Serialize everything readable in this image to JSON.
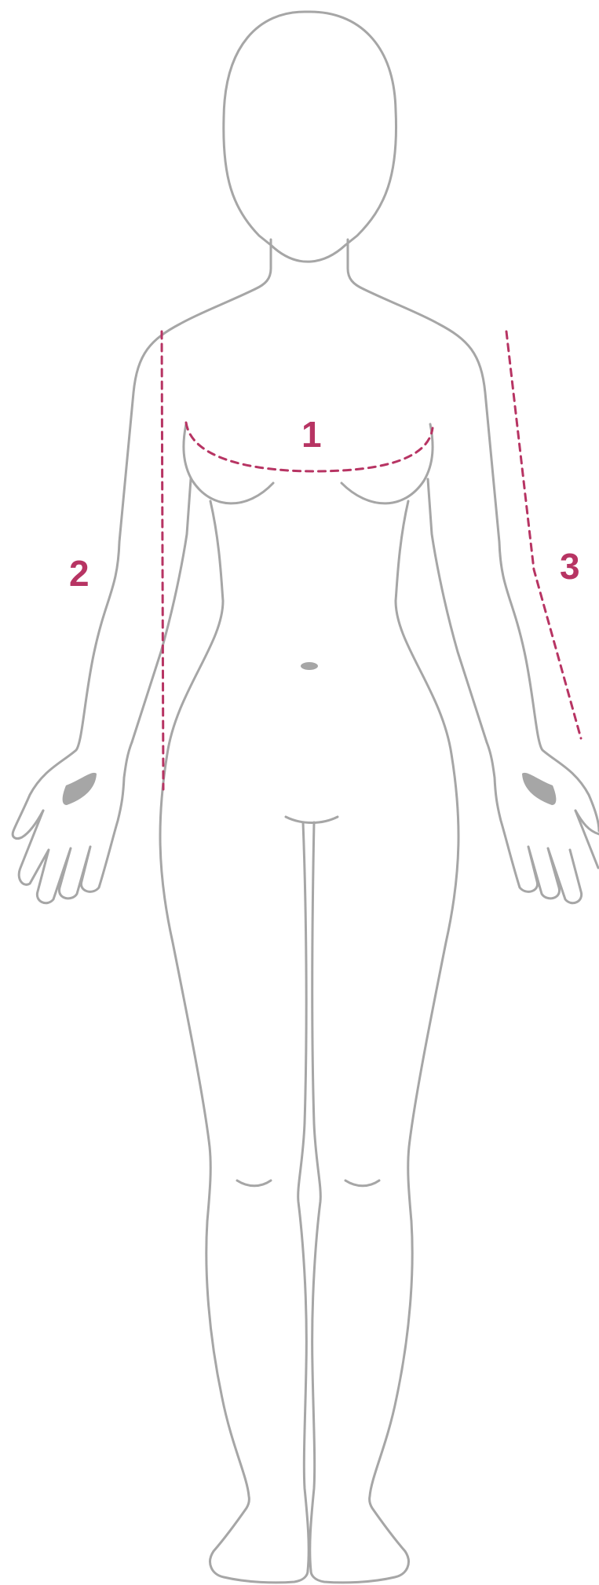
{
  "accent_color": "#b73463",
  "outline_color": "#a6a6a6",
  "measurements": [
    {
      "number": "1"
    },
    {
      "number": "2"
    },
    {
      "number": "3"
    }
  ]
}
